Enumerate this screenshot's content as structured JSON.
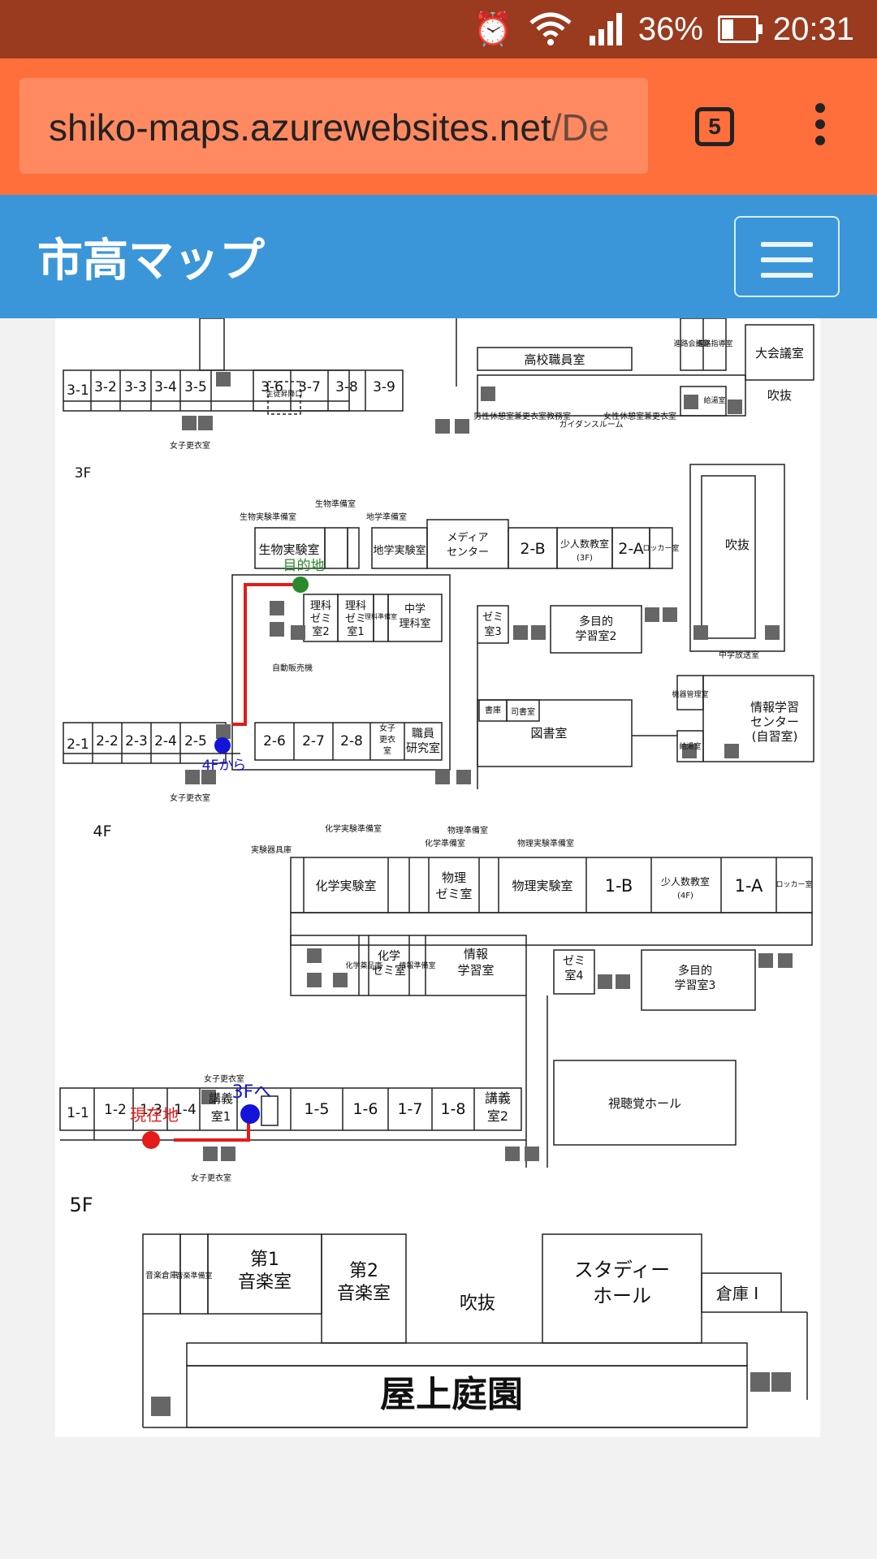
{
  "status_bar": {
    "icons": [
      "alarm-icon",
      "wifi-icon",
      "signal-icon",
      "battery-icon"
    ],
    "battery_percent": "36%",
    "battery_level": 0.36,
    "time": "20:31"
  },
  "browser": {
    "url_main": "shiko-maps.azurewebsites.net",
    "url_dim": "/De",
    "tab_count": "5",
    "menu_icon": "kebab-menu-icon"
  },
  "navbar": {
    "brand": "市高マップ",
    "toggler_icon": "hamburger-icon",
    "color": "#3a96d9"
  },
  "map": {
    "route_color": "#e31b1b",
    "marker_colors": {
      "start": "#e31b1b",
      "goal": "#2a8a2a",
      "stairs": "#1414d8"
    },
    "floors": {
      "f3": "3F",
      "f4": "4F",
      "f5": "5F"
    },
    "markers": {
      "goal": "目的地",
      "from4f": "4Fから",
      "to3f": "3Fへ",
      "current": "現在地"
    },
    "top": {
      "rooms": [
        "3-1",
        "3-2",
        "3-3",
        "3-4",
        "3-5",
        "3-6",
        "3-7",
        "3-8",
        "3-9"
      ],
      "staffroom": "高校職員室",
      "conference": "大会議室",
      "fukinuke": "吹抜",
      "stairwell": "生徒昇降口",
      "male_rest": "男性休憩室兼更衣室",
      "affairs": "教務室",
      "guidance": "ガイダンスルーム",
      "female_rest": "女性休憩室兼更衣室",
      "career": "進路指導室",
      "career_conf": "進路会議室",
      "supply": "給湯室",
      "female_changing": "女子更衣室"
    },
    "f3": {
      "rooms": [
        "2-1",
        "2-2",
        "2-3",
        "2-4",
        "2-5",
        "2-6",
        "2-7",
        "2-8"
      ],
      "bio_lab": "生物実験室",
      "bio_prep": "生物準備室",
      "bio_lab_prep": "生物実験準備室",
      "geo_prep": "地学準備室",
      "geo_lab": "地学実験室",
      "media_1": "メディア",
      "media_2": "センター",
      "room_2b": "2-B",
      "small_1": "少人数教室",
      "small_2": "(3F)",
      "room_2a": "2-A",
      "locker": "ロッカー室",
      "fukinuke": "吹抜",
      "sci_sem2_1": "理科",
      "sci_sem2_2": "ゼミ",
      "sci_sem2_3": "室2",
      "sci_sem1_1": "理科",
      "sci_sem1_2": "ゼミ",
      "sci_sem1_3": "室1",
      "sci_prep": "理科準備室",
      "jh_sci_1": "中学",
      "jh_sci_2": "理科室",
      "seminar3_1": "ゼミ",
      "seminar3_2": "室3",
      "multi2_1": "多目的",
      "multi2_2": "学習室2",
      "vending": "自動販売機",
      "jh_broadcast": "中学放送室",
      "equip": "機器管理室",
      "info_center_1": "情報学習",
      "info_center_2": "センター",
      "info_center_3": "(自習室)",
      "books": "書庫",
      "librarian": "司書室",
      "library": "図書室",
      "supply": "給湯室",
      "girls_changing_1": "女子",
      "girls_changing_2": "更衣",
      "girls_changing_3": "室",
      "staff_lab_1": "職員",
      "staff_lab_2": "研究室",
      "female_changing": "女子更衣室"
    },
    "f4": {
      "rooms": [
        "1-1",
        "1-2",
        "1-3",
        "1-4",
        "1-5",
        "1-6",
        "1-7",
        "1-8"
      ],
      "lecture1_1": "講義",
      "lecture1_2": "室1",
      "lecture2_1": "講義",
      "lecture2_2": "室2",
      "equip_store": "実験器具庫",
      "chem_prep": "化学実験準備室",
      "chem_prep2": "化学準備室",
      "phys_prep": "物理準備室",
      "phys_lab_prep": "物理実験準備室",
      "chem_lab": "化学実験室",
      "phys_sem_1": "物理",
      "phys_sem_2": "ゼミ室",
      "phys_lab": "物理実験室",
      "room_1b": "1-B",
      "small_1": "少人数教室",
      "small_2": "(4F)",
      "room_1a": "1-A",
      "locker": "ロッカー室",
      "chem_store": "化学薬品庫",
      "chem_sem_1": "化学",
      "chem_sem_2": "ゼミ室",
      "info_prep": "情報準備室",
      "info_lab_1": "情報",
      "info_lab_2": "学習室",
      "seminar4_1": "ゼミ",
      "seminar4_2": "室4",
      "multi3_1": "多目的",
      "multi3_2": "学習室3",
      "av_hall": "視聴覚ホール",
      "female_changing_top": "女子更衣室",
      "female_changing_bottom": "女子更衣室"
    },
    "f5": {
      "music_store": "音楽倉庫",
      "music_prep": "音楽準備室",
      "music1_1": "第1",
      "music1_2": "音楽室",
      "music2_1": "第2",
      "music2_2": "音楽室",
      "fukinuke": "吹抜",
      "study_1": "スタディー",
      "study_2": "ホール",
      "storage": "倉庫 I",
      "garden": "屋上庭園"
    }
  }
}
